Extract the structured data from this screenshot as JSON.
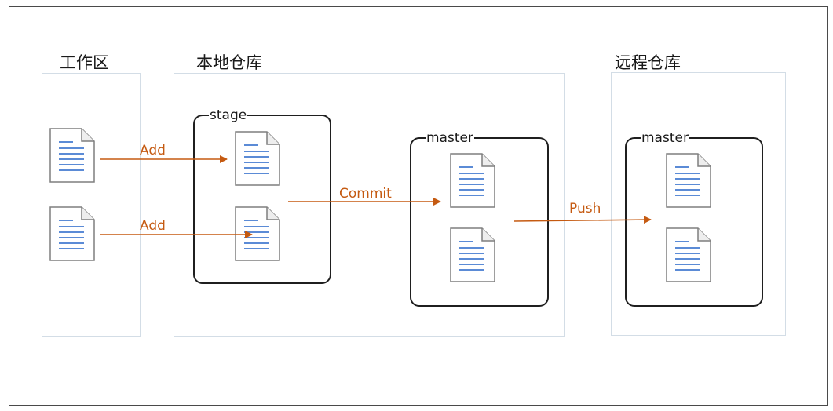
{
  "zones": {
    "workspace": {
      "title": "工作区"
    },
    "local_repo": {
      "title": "本地仓库"
    },
    "remote_repo": {
      "title": "远程仓库"
    }
  },
  "stores": {
    "stage": {
      "label": "stage"
    },
    "local_master": {
      "label": "master"
    },
    "remote_master": {
      "label": "master"
    }
  },
  "arrows": {
    "add_1": {
      "label": "Add"
    },
    "add_2": {
      "label": "Add"
    },
    "commit": {
      "label": "Commit"
    },
    "push": {
      "label": "Push"
    }
  },
  "colors": {
    "arrow": "#c55a11",
    "zone_border": "#d3dde6",
    "store_border": "#1f1f1f",
    "doc_lines": "#5b8bd6",
    "doc_border": "#7f7f7f"
  }
}
